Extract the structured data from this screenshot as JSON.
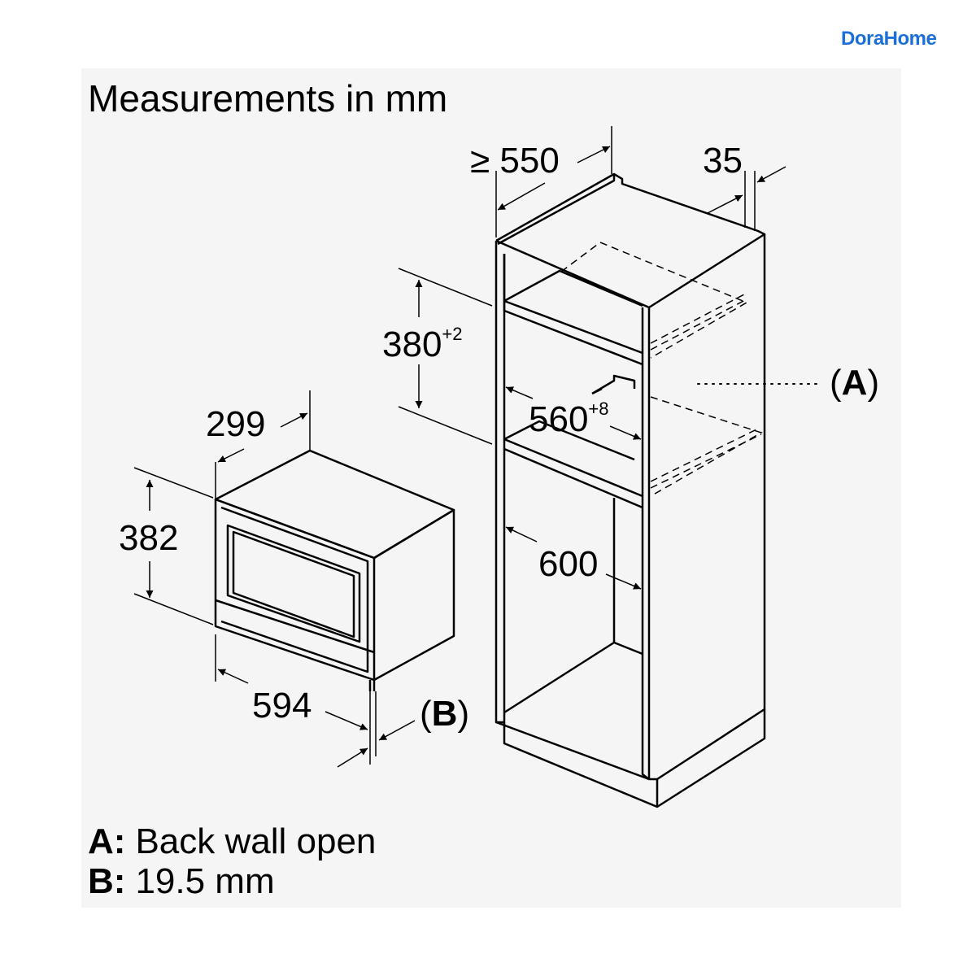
{
  "brand": {
    "logo_text": "DoraHome",
    "color": "#1d6fd8"
  },
  "heading": "Measurements in mm",
  "dimensions": {
    "oven_depth": "299",
    "oven_height": "382",
    "oven_width": "594",
    "niche_depth": "≥ 550",
    "panel_thickness": "35",
    "niche_height": "380",
    "niche_height_tolerance": "+2",
    "niche_width": "560",
    "niche_width_tolerance": "+8",
    "cabinet_width": "600"
  },
  "callouts": {
    "a_open": "(",
    "a_letter": "A",
    "a_close": ")",
    "b_open": "(",
    "b_letter": "B",
    "b_close": ")"
  },
  "legend": [
    {
      "key": "A:",
      "text": "Back wall open"
    },
    {
      "key": "B:",
      "text": "19.5 mm"
    }
  ]
}
